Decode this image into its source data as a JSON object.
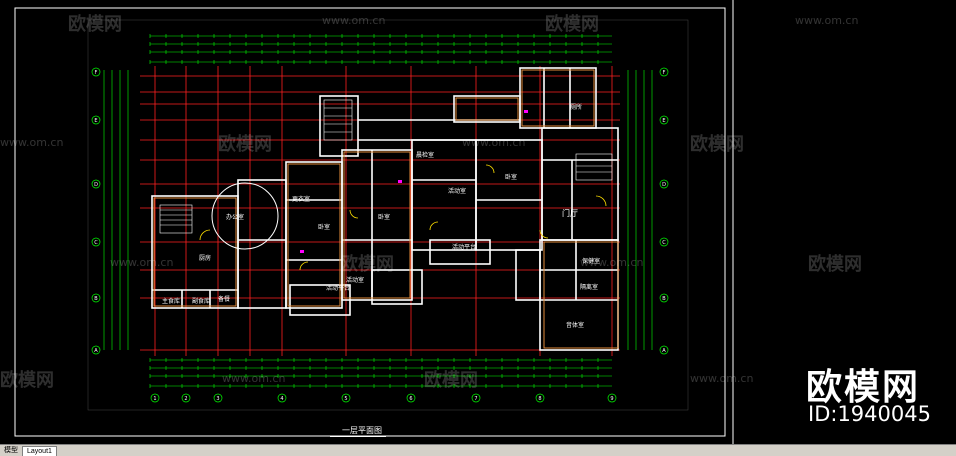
{
  "app": {
    "tabs": [
      {
        "label": "模型",
        "active": false
      },
      {
        "label": "Layout1",
        "active": true
      }
    ]
  },
  "drawing": {
    "title": "一层平面图",
    "rooms": [
      {
        "label": "厨房"
      },
      {
        "label": "主食库"
      },
      {
        "label": "副食库"
      },
      {
        "label": "备餐"
      },
      {
        "label": "办公室"
      },
      {
        "label": "更衣室"
      },
      {
        "label": "晨检室"
      },
      {
        "label": "卧室"
      },
      {
        "label": "活动室"
      },
      {
        "label": "活动平台"
      },
      {
        "label": "门厅"
      },
      {
        "label": "保健室"
      },
      {
        "label": "隔离室"
      },
      {
        "label": "厕所"
      },
      {
        "label": "音体室"
      }
    ],
    "axis_numbers": [
      "1",
      "2",
      "3",
      "4",
      "5",
      "6",
      "7",
      "8",
      "9"
    ],
    "axis_letters": [
      "A",
      "B",
      "C",
      "D",
      "E",
      "F"
    ]
  },
  "watermark": {
    "brand": "欧模网",
    "url": "www.om.cn",
    "id": "ID:1940045"
  },
  "colors": {
    "background": "#000000",
    "wall": "#ffffff",
    "axis": "#ff0000",
    "dimension": "#00ff00",
    "door": "#ffff00",
    "accent": "#ff00ff"
  }
}
